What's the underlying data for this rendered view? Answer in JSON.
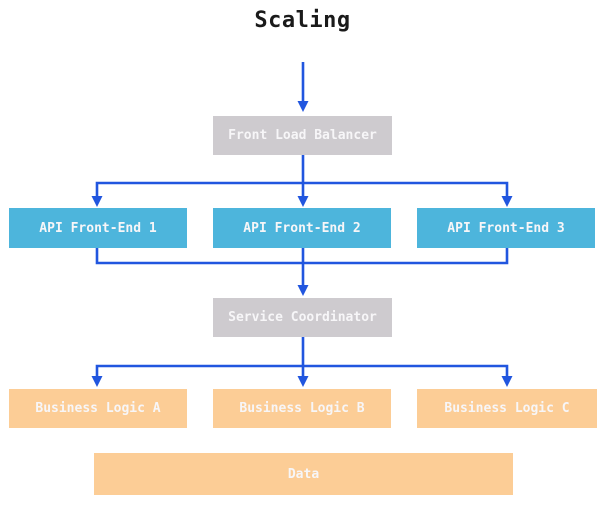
{
  "title": "Scaling",
  "colors": {
    "arrow": "#2156DF",
    "api": "#4DB5DC",
    "infra": "#CECBCF",
    "logic": "#FCCD96",
    "label": "#F7F6F8",
    "title": "#1A1A1A",
    "background": "#FFFFFF"
  },
  "nodes": {
    "front_load_balancer": {
      "label": "Front Load Balancer"
    },
    "api_front_end_1": {
      "label": "API Front-End 1"
    },
    "api_front_end_2": {
      "label": "API Front-End 2"
    },
    "api_front_end_3": {
      "label": "API Front-End 3"
    },
    "service_coordinator": {
      "label": "Service Coordinator"
    },
    "business_logic_a": {
      "label": "Business Logic A"
    },
    "business_logic_b": {
      "label": "Business Logic B"
    },
    "business_logic_c": {
      "label": "Business Logic C"
    },
    "data_store": {
      "label": "Data"
    }
  },
  "edges": [
    {
      "from": "start",
      "to": "front_load_balancer"
    },
    {
      "from": "front_load_balancer",
      "to": "api_front_end_1"
    },
    {
      "from": "front_load_balancer",
      "to": "api_front_end_2"
    },
    {
      "from": "front_load_balancer",
      "to": "api_front_end_3"
    },
    {
      "from": "api_front_end_1",
      "to": "service_coordinator"
    },
    {
      "from": "api_front_end_2",
      "to": "service_coordinator"
    },
    {
      "from": "api_front_end_3",
      "to": "service_coordinator"
    },
    {
      "from": "service_coordinator",
      "to": "business_logic_a"
    },
    {
      "from": "service_coordinator",
      "to": "business_logic_b"
    },
    {
      "from": "service_coordinator",
      "to": "business_logic_c"
    }
  ]
}
